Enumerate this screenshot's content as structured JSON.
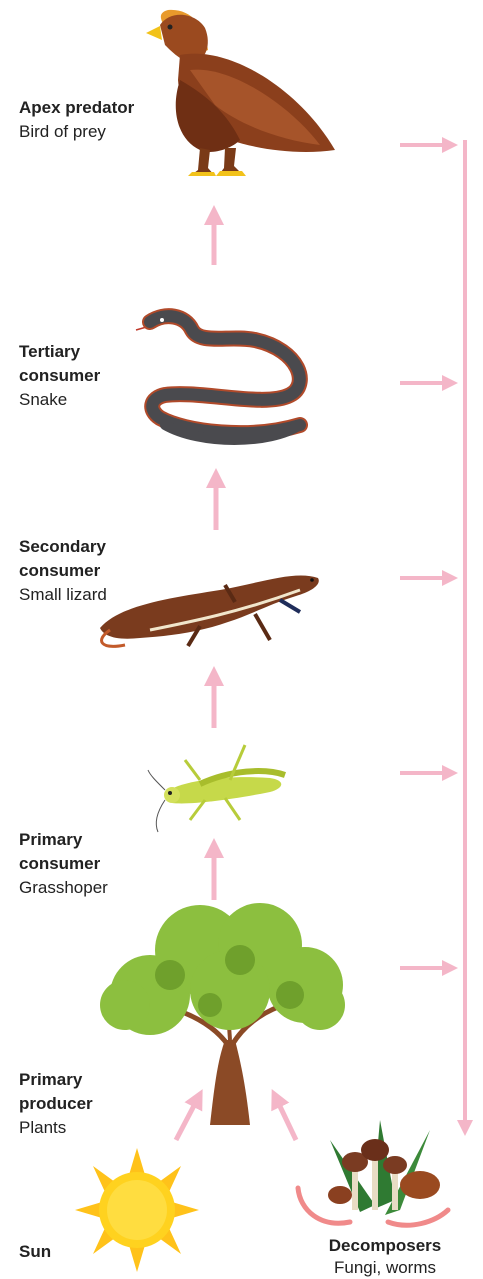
{
  "levels": {
    "apex": {
      "title": "Apex predator",
      "sub": "Bird of prey"
    },
    "tertiary": {
      "title": "Tertiary consumer",
      "sub": "Snake"
    },
    "secondary": {
      "title": "Secondary consumer",
      "sub": "Small lizard"
    },
    "primary": {
      "title": "Primary consumer",
      "sub": "Grasshoper"
    },
    "producer": {
      "title": "Primary producer",
      "sub": "Plants"
    },
    "sun": {
      "title": "Sun"
    },
    "decomposers": {
      "title": "Decomposers",
      "sub": "Fungi, worms"
    }
  },
  "colors": {
    "arrow": "#f4b6c8",
    "eagle": "#8b3f1c",
    "snake": "#4a4a4e",
    "lizard": "#7a3b1e",
    "grasshopper": "#c6d94a",
    "tree": "#8cbf3f",
    "sun": "#ffd21f",
    "worm": "#f08a8a"
  }
}
